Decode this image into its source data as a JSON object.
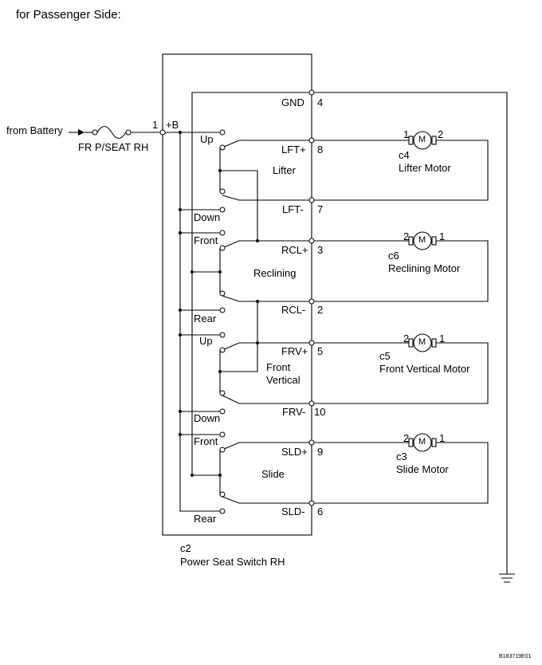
{
  "header": "for Passenger Side:",
  "source": "from Battery",
  "fuse": "FR P/SEAT RH",
  "power_terminal": {
    "pin": "1",
    "name": "+B"
  },
  "ground_terminal": {
    "name": "GND",
    "pin": "4"
  },
  "switch": {
    "connector": "c2",
    "name": "Power Seat Switch RH"
  },
  "sections": [
    {
      "name": "Lifter",
      "dir_a": "Up",
      "dir_b": "Down",
      "pos_terminal": "LFT+",
      "pos_pin": "8",
      "neg_terminal": "LFT-",
      "neg_pin": "7",
      "motor_connector": "c4",
      "motor_name": "Lifter Motor",
      "motor_pin_left": "1",
      "motor_pin_right": "2"
    },
    {
      "name": "Reclining",
      "dir_a": "Front",
      "dir_b": "Rear",
      "pos_terminal": "RCL+",
      "pos_pin": "3",
      "neg_terminal": "RCL-",
      "neg_pin": "2",
      "motor_connector": "c6",
      "motor_name": "Reclining Motor",
      "motor_pin_left": "2",
      "motor_pin_right": "1"
    },
    {
      "name_line1": "Front",
      "name_line2": "Vertical",
      "dir_a": "Up",
      "dir_b": "Down",
      "pos_terminal": "FRV+",
      "pos_pin": "5",
      "neg_terminal": "FRV-",
      "neg_pin": "10",
      "motor_connector": "c5",
      "motor_name": "Front Vertical Motor",
      "motor_pin_left": "2",
      "motor_pin_right": "1"
    },
    {
      "name": "Slide",
      "dir_a": "Front",
      "dir_b": "Rear",
      "pos_terminal": "SLD+",
      "pos_pin": "9",
      "neg_terminal": "SLD-",
      "neg_pin": "6",
      "motor_connector": "c3",
      "motor_name": "Slide Motor",
      "motor_pin_left": "2",
      "motor_pin_right": "1"
    }
  ],
  "motor_symbol": "M",
  "figure_code": "B183719E01"
}
